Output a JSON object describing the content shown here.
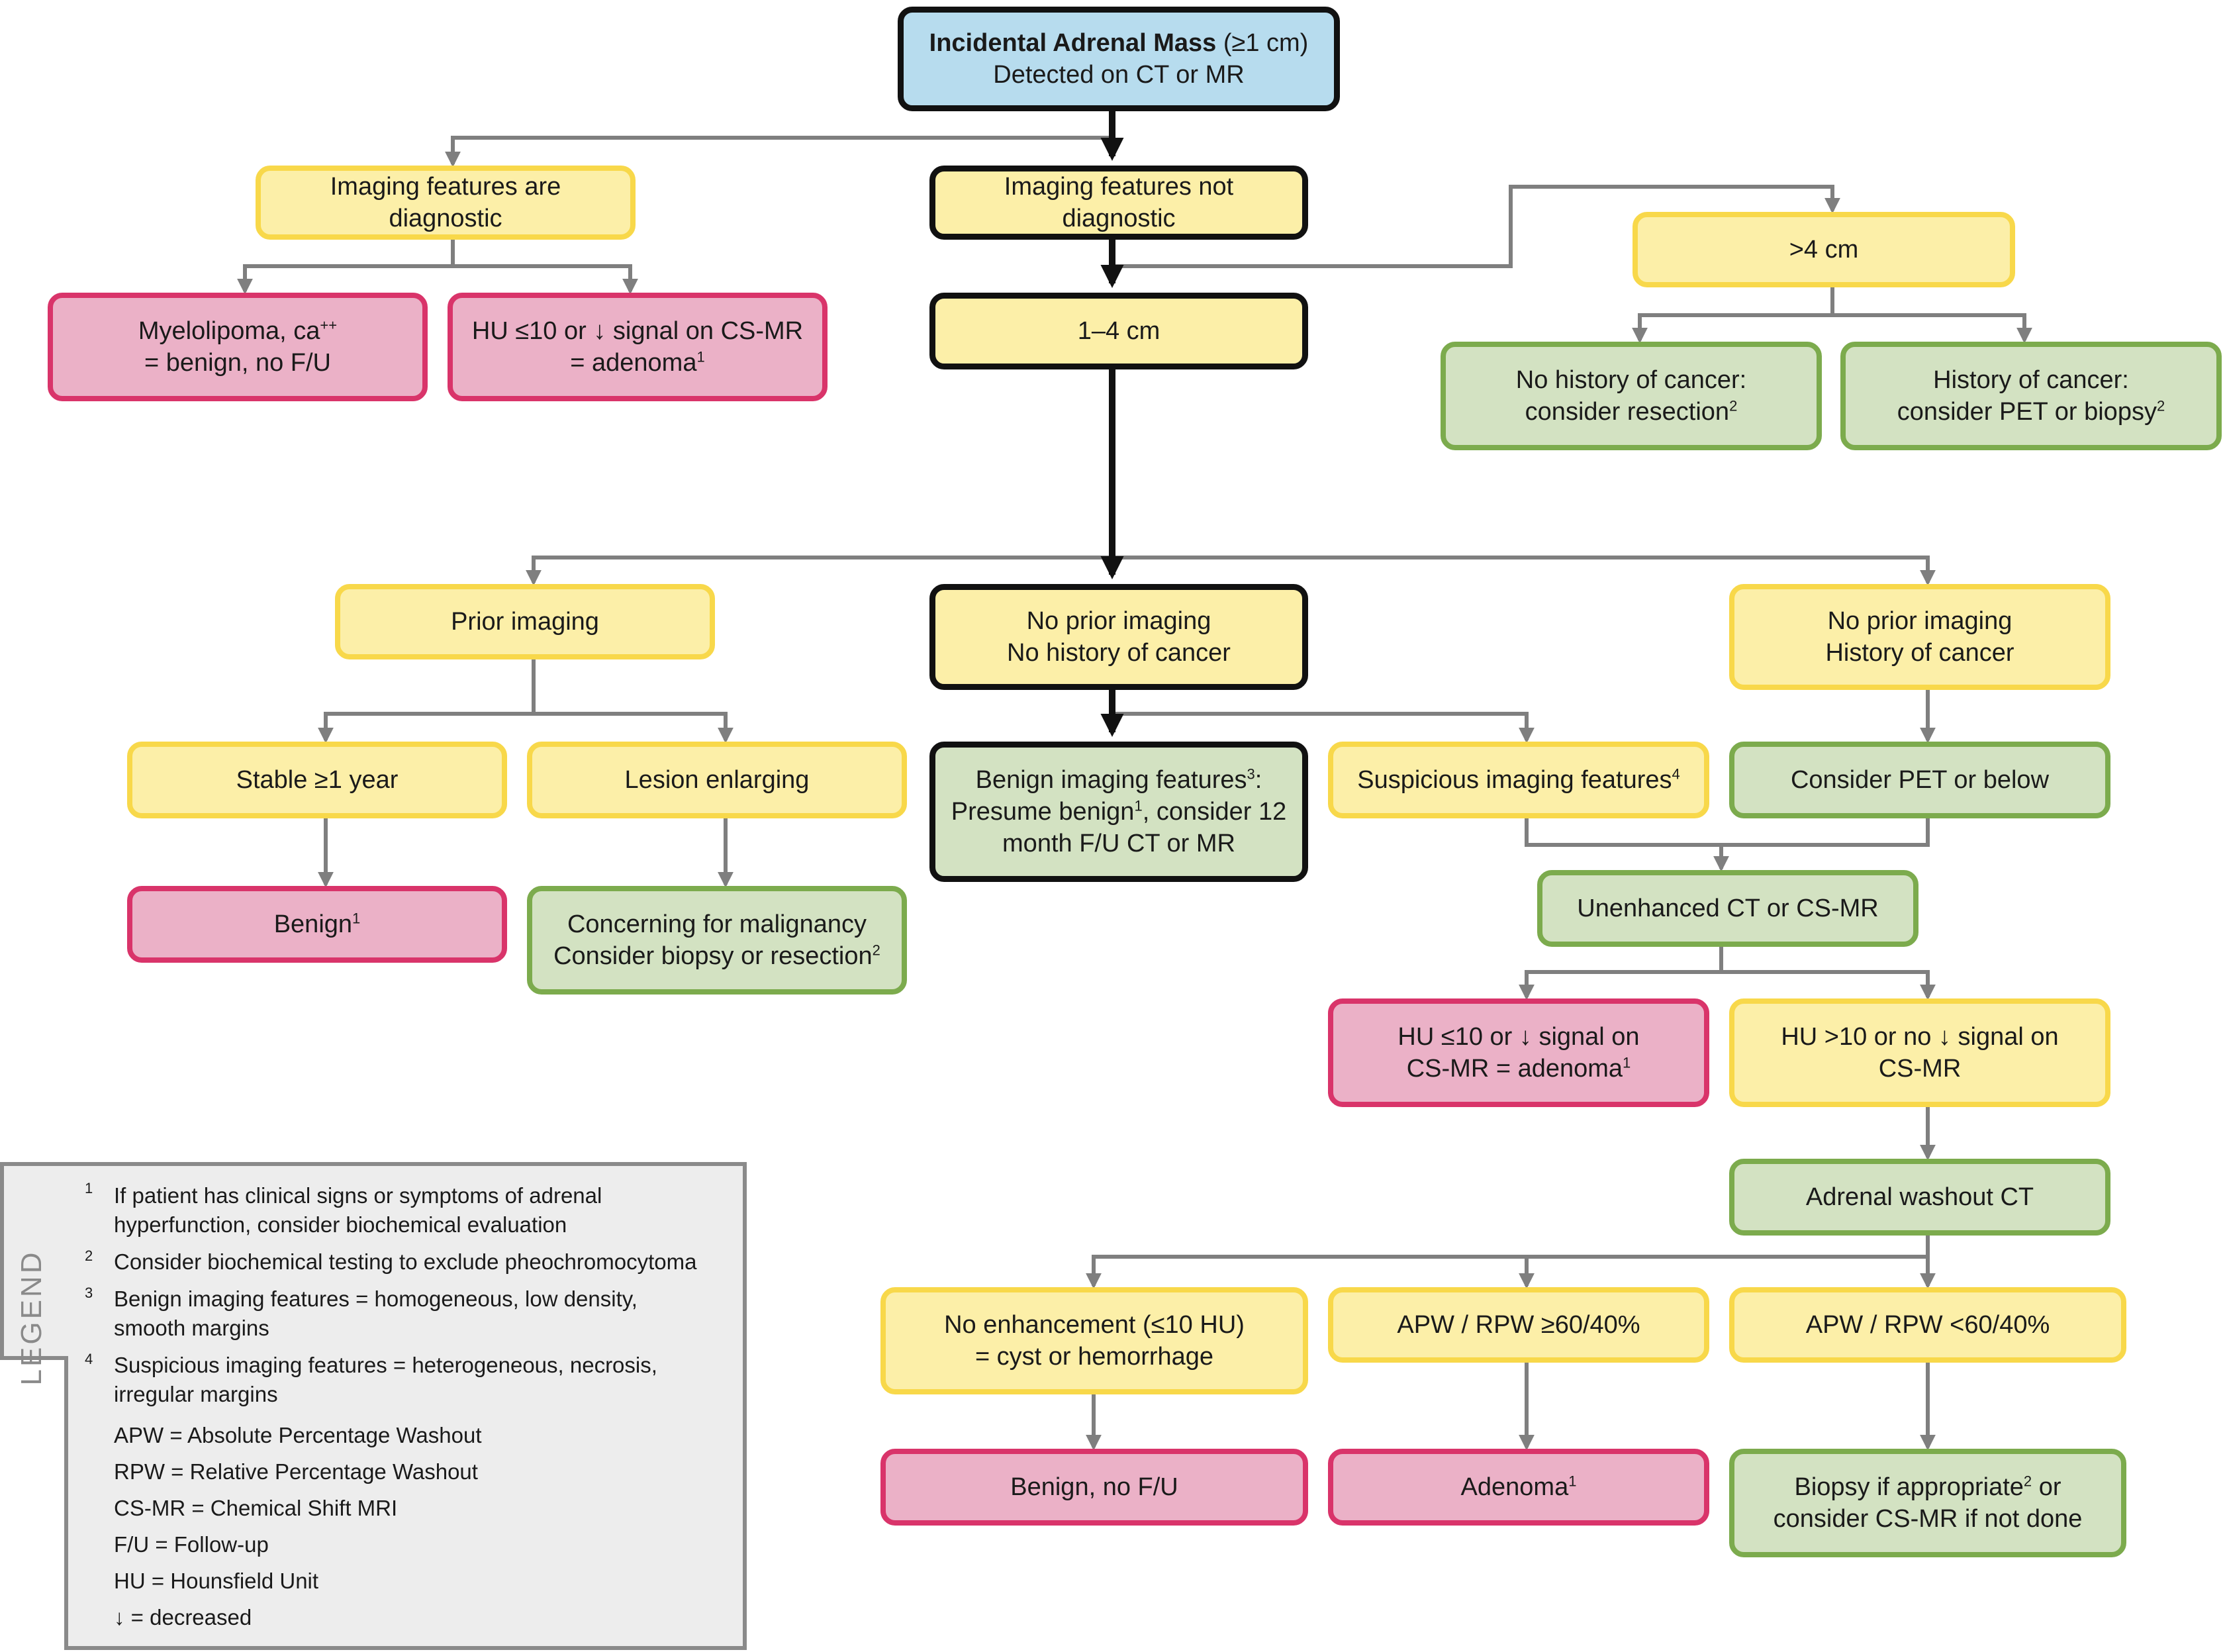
{
  "nodes": {
    "root": {
      "title": "Incidental Adrenal Mass",
      "title_suffix": "(≥1 cm)",
      "line2": "Detected on CT or MR"
    },
    "diag": {
      "text": "Imaging features are diagnostic"
    },
    "notdiag": {
      "text": "Imaging features not diagnostic"
    },
    "myelo": {
      "line1": "Myelolipoma, ca",
      "line1_sup": "++",
      "line2": "= benign, no F/U"
    },
    "hu_adenoma_top": {
      "line1": "HU ≤10 or ↓ signal on CS-MR",
      "line2": "= adenoma",
      "line2_sup": "1"
    },
    "size14": {
      "text": "1–4 cm"
    },
    "gt4": {
      "text": ">4 cm"
    },
    "nohist": {
      "line1": "No history of cancer:",
      "line2": "consider resection",
      "line2_sup": "2"
    },
    "hist": {
      "line1": "History of cancer:",
      "line2": "consider PET or biopsy",
      "line2_sup": "2"
    },
    "prior": {
      "text": "Prior imaging"
    },
    "noprior": {
      "line1": "No prior imaging",
      "line2": "No history of cancer"
    },
    "nopriorhist": {
      "line1": "No prior imaging",
      "line2": "History of cancer"
    },
    "stable": {
      "text": "Stable ≥1 year"
    },
    "enlarging": {
      "text": "Lesion enlarging"
    },
    "benignfeat": {
      "line1": "Benign imaging features",
      "line1_sup": "3",
      "line1_end": ":",
      "line2a": "Presume benign",
      "line2_sup": "1",
      "line2b": ", consider 12",
      "line3": "month F/U CT or MR"
    },
    "suspicious": {
      "text": "Suspicious imaging features",
      "sup": "4"
    },
    "considerpet": {
      "text": "Consider PET or below"
    },
    "benign1": {
      "text": "Benign",
      "sup": "1"
    },
    "concerning": {
      "line1": "Concerning for malignancy",
      "line2": "Consider biopsy or resection",
      "line2_sup": "2"
    },
    "unenhanced": {
      "text": "Unenhanced CT or CS-MR"
    },
    "hu_adenoma_mid": {
      "line1": "HU ≤10 or ↓ signal on",
      "line2": "CS-MR = adenoma",
      "line2_sup": "1"
    },
    "hu_gt10": {
      "line1": "HU >10 or no ↓ signal on",
      "line2": "CS-MR"
    },
    "washout": {
      "text": "Adrenal washout CT"
    },
    "noenh": {
      "line1": "No enhancement (≤10 HU)",
      "line2": "= cyst or hemorrhage"
    },
    "apw_ge": {
      "text": "APW / RPW ≥60/40%"
    },
    "apw_lt": {
      "text": "APW / RPW <60/40%"
    },
    "benign_nofu": {
      "text": "Benign, no F/U"
    },
    "adenoma": {
      "text": "Adenoma",
      "sup": "1"
    },
    "biopsy": {
      "line1a": "Biopsy if appropriate",
      "line1_sup": "2",
      "line1b": " or",
      "line2": "consider CS-MR if not done"
    }
  },
  "legend": {
    "title": "LEGEND",
    "items": [
      {
        "num": "1",
        "line1": "If patient has clinical signs or symptoms of adrenal",
        "line2": "hyperfunction, consider biochemical evaluation"
      },
      {
        "num": "2",
        "line1": "Consider biochemical testing to exclude pheochromocytoma",
        "line2": ""
      },
      {
        "num": "3",
        "line1": "Benign imaging features = homogeneous, low density,",
        "line2": "smooth margins"
      },
      {
        "num": "4",
        "line1": "Suspicious imaging features = heterogeneous, necrosis,",
        "line2": "irregular margins"
      }
    ],
    "abbrev": [
      "APW = Absolute Percentage Washout",
      "RPW = Relative Percentage Washout",
      "CS-MR = Chemical Shift MRI",
      "F/U = Follow-up",
      "HU = Hounsfield Unit",
      "↓ = decreased"
    ]
  },
  "colors": {
    "yellow_fill": "#fcefa8",
    "yellow_border": "#f8d84a",
    "pink_fill": "#ebb1c7",
    "pink_border": "#d9346a",
    "green_fill": "#d3e2c2",
    "green_border": "#7cab4d",
    "blue_fill": "#b7dcee",
    "connector": "#7f7f7f",
    "main_path": "#111111"
  }
}
